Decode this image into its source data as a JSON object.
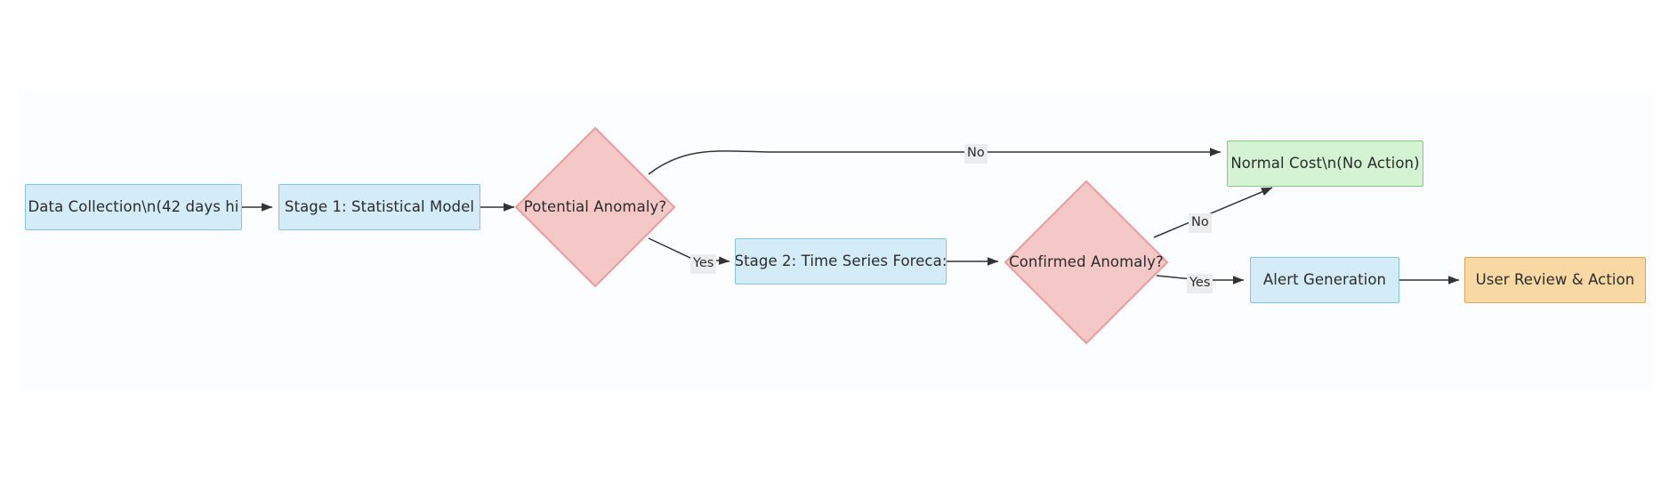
{
  "diagram": {
    "type": "flowchart",
    "orientation": "left-to-right",
    "background_color": "#ffffff",
    "panel_color": "#fcfdfe",
    "palette": {
      "process_fill": "#d4ecf8",
      "process_stroke": "#86c5e2",
      "decision_fill": "#f5c8c8",
      "decision_stroke": "#e8a0a0",
      "success_fill": "#d3f3d3",
      "success_stroke": "#86c786",
      "action_fill": "#f8d9a4",
      "action_stroke": "#e0a552",
      "edge_stroke": "#333333",
      "edge_label_bg": "#ececec",
      "text_color": "#2b2b2b"
    },
    "nodes": [
      {
        "id": "data-collection",
        "label": "Data Collection\\n(42 days hi",
        "shape": "rect",
        "style": "blue"
      },
      {
        "id": "stage-1",
        "label": "Stage 1: Statistical Model",
        "shape": "rect",
        "style": "blue"
      },
      {
        "id": "potential-anomaly",
        "label": "Potential Anomaly?",
        "shape": "diamond",
        "style": "pink"
      },
      {
        "id": "stage-2",
        "label": "Stage 2: Time Series Foreca:",
        "shape": "rect",
        "style": "blue"
      },
      {
        "id": "confirmed-anomaly",
        "label": "Confirmed Anomaly?",
        "shape": "diamond",
        "style": "pink"
      },
      {
        "id": "normal-cost",
        "label": "Normal Cost\\n(No Action)",
        "shape": "rect",
        "style": "green"
      },
      {
        "id": "alert-generation",
        "label": "Alert Generation",
        "shape": "rect",
        "style": "blue"
      },
      {
        "id": "user-review",
        "label": "User Review & Action",
        "shape": "rect",
        "style": "orange"
      }
    ],
    "edges": [
      {
        "from": "data-collection",
        "to": "stage-1",
        "label": ""
      },
      {
        "from": "stage-1",
        "to": "potential-anomaly",
        "label": ""
      },
      {
        "from": "potential-anomaly",
        "to": "normal-cost",
        "label": "No"
      },
      {
        "from": "potential-anomaly",
        "to": "stage-2",
        "label": "Yes"
      },
      {
        "from": "stage-2",
        "to": "confirmed-anomaly",
        "label": ""
      },
      {
        "from": "confirmed-anomaly",
        "to": "normal-cost",
        "label": "No"
      },
      {
        "from": "confirmed-anomaly",
        "to": "alert-generation",
        "label": "Yes"
      },
      {
        "from": "alert-generation",
        "to": "user-review",
        "label": ""
      }
    ],
    "edge_labels": {
      "potential_no": "No",
      "potential_yes": "Yes",
      "confirmed_no": "No",
      "confirmed_yes": "Yes"
    }
  }
}
